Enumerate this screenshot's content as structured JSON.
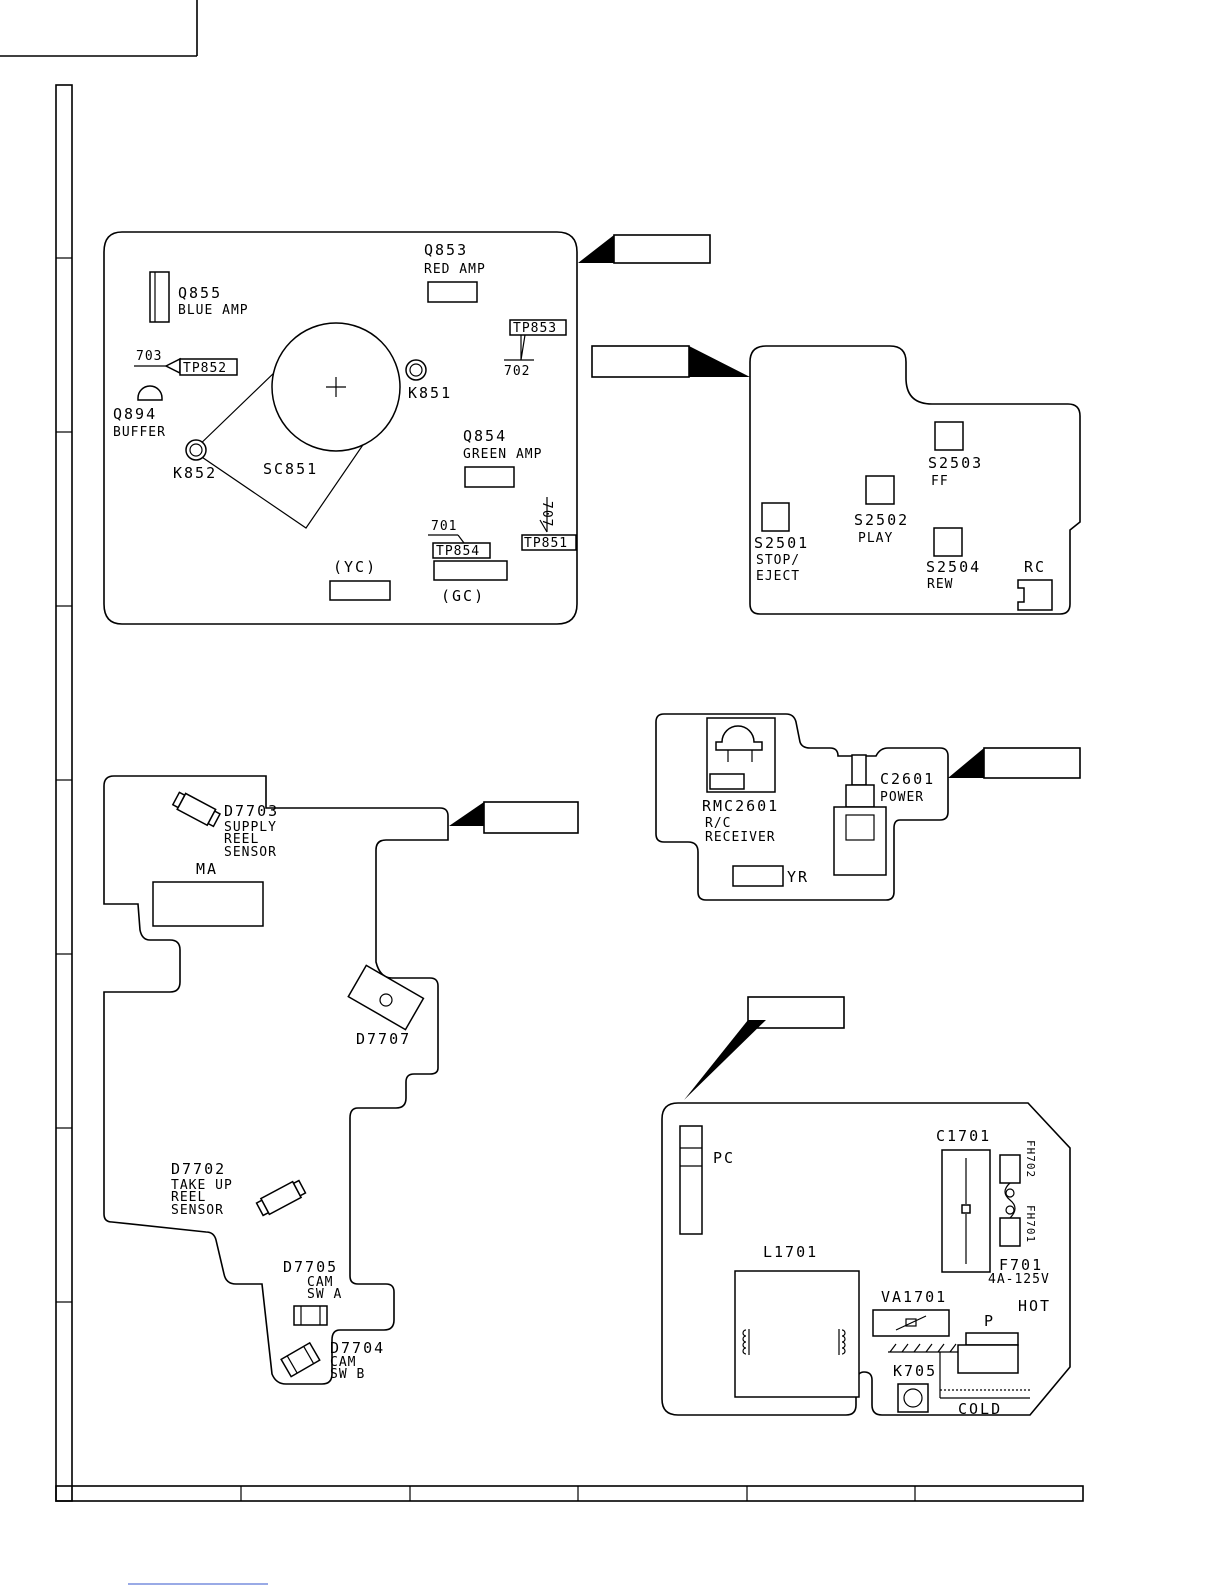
{
  "boards": {
    "crt": {
      "q853": "Q853",
      "q853_desc": "RED AMP",
      "q855": "Q855",
      "q855_desc": "BLUE AMP",
      "tp853": "TP853",
      "n702": "702",
      "n703": "703",
      "tp852": "TP852",
      "k851": "K851",
      "q894": "Q894",
      "q894_desc": "BUFFER",
      "q854": "Q854",
      "q854_desc": "GREEN AMP",
      "k852": "K852",
      "sc851": "SC851",
      "n701": "701",
      "tp854": "TP854",
      "n707": "707",
      "tp851": "TP851",
      "yc": "(YC)",
      "gc": "(GC)"
    },
    "operation": {
      "s2503": "S2503",
      "s2503_desc": "FF",
      "s2502": "S2502",
      "s2502_desc": "PLAY",
      "s2501": "S2501",
      "s2501_desc1": "STOP/",
      "s2501_desc2": "EJECT",
      "s2504": "S2504",
      "s2504_desc": "REW",
      "rc": "RC"
    },
    "sensor": {
      "d7703": "D7703",
      "d7703_desc1": "SUPPLY",
      "d7703_desc2": "REEL",
      "d7703_desc3": "SENSOR",
      "ma": "MA",
      "d7707": "D7707",
      "d7702": "D7702",
      "d7702_desc1": "TAKE UP",
      "d7702_desc2": "REEL",
      "d7702_desc3": "SENSOR",
      "d7705": "D7705",
      "d7705_desc1": "CAM",
      "d7705_desc2": "SW A",
      "d7704": "D7704",
      "d7704_desc1": "CAM",
      "d7704_desc2": "SW B"
    },
    "power_switch": {
      "rmc2601": "RMC2601",
      "rmc_desc1": "R/C",
      "rmc_desc2": "RECEIVER",
      "c2601": "C2601",
      "c2601_desc": "POWER",
      "yr": "YR"
    },
    "power": {
      "pc": "PC",
      "c1701": "C1701",
      "fh702": "FH702",
      "fh701": "FH701",
      "f701": "F701",
      "f701_desc": "4A-125V",
      "l1701": "L1701",
      "va1701": "VA1701",
      "hot": "HOT",
      "p": "P",
      "k705": "K705",
      "cold": "COLD"
    }
  }
}
